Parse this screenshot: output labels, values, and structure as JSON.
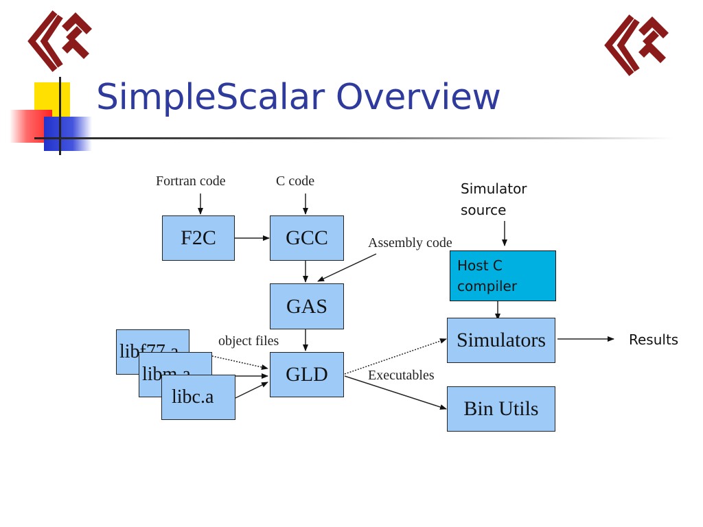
{
  "slide": {
    "title": "SimpleScalar Overview"
  },
  "colors": {
    "title": "#2f3b9c",
    "logo": "#8b1a1a",
    "box_fill": "#9dcaf6",
    "host_fill": "#00b0e0"
  },
  "diagram": {
    "labels": {
      "fortran_code": "Fortran code",
      "c_code": "C code",
      "assembly_code": "Assembly code",
      "object_files": "object files",
      "executables": "Executables",
      "simulator_source": "Simulator\nsource",
      "results": "Results"
    },
    "boxes": {
      "f2c": "F2C",
      "gcc": "GCC",
      "gas": "GAS",
      "gld": "GLD",
      "libf77": "libf77.a",
      "libm": "libm.a",
      "libc": "libc.a",
      "simulators": "Simulators",
      "bin_utils": "Bin Utils",
      "host_c_compiler": "Host C\ncompiler"
    }
  }
}
